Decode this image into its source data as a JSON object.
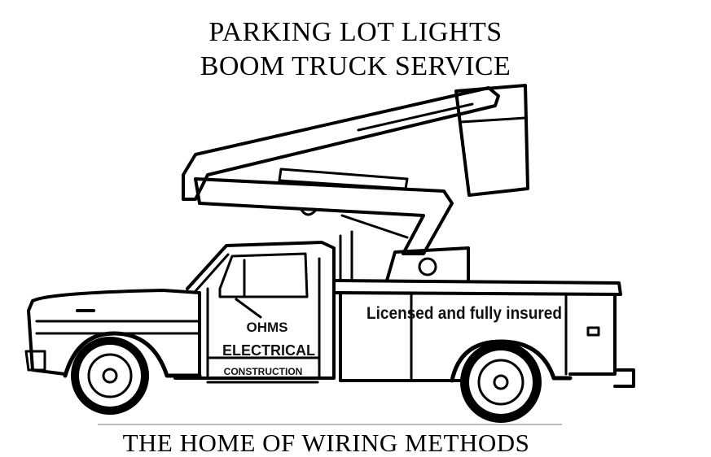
{
  "heading": {
    "line1": "PARKING LOT LIGHTS",
    "line2": "BOOM TRUCK SERVICE"
  },
  "truck": {
    "door_text": [
      "OHMS",
      "ELECTRICAL",
      "CONSTRUCTION"
    ],
    "bed_text": "Licensed and fully insured"
  },
  "tagline": "THE HOME OF WIRING METHODS",
  "colors": {
    "ink": "#000000",
    "background": "#ffffff"
  }
}
